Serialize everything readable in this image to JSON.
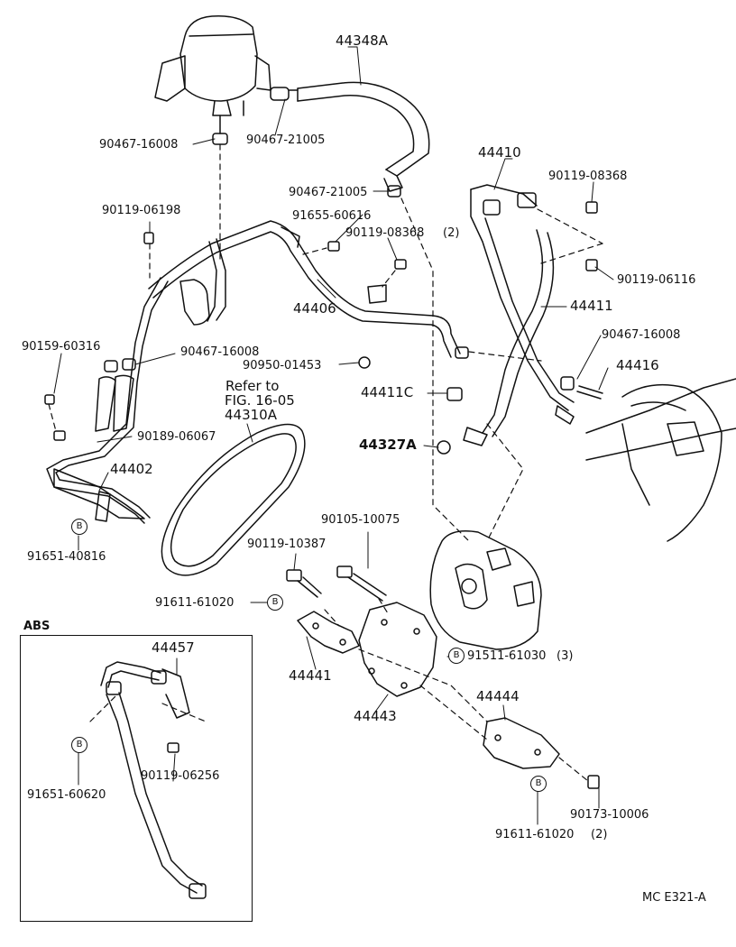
{
  "callout_badge": "B",
  "inset_title": "ABS",
  "figure_code": "MC E321-A",
  "refer_note": [
    "Refer to",
    "FIG. 16-05"
  ],
  "parts": {
    "p44348A": "44348A",
    "p90467_21005_a": "90467-21005",
    "p90467_16008_a": "90467-16008",
    "p90467_21005_b": "90467-21005",
    "p44410": "44410",
    "p90119_08368_a": "90119-08368",
    "p90119_06198": "90119-06198",
    "p91655_60616": "91655-60616",
    "p90119_08368_b": "90119-08368",
    "p90119_08368_b_qty": "(2)",
    "p90119_06116": "90119-06116",
    "p44406": "44406",
    "p44411": "44411",
    "p90467_16008_b": "90467-16008",
    "p90159_60316": "90159-60316",
    "p90467_16008_c": "90467-16008",
    "p90950_01453": "90950-01453",
    "p44416": "44416",
    "p44411C": "44411C",
    "p44310A": "44310A",
    "p90189_06067": "90189-06067",
    "p44327A": "44327A",
    "p44402": "44402",
    "p91651_40816": "91651-40816",
    "p90105_10075": "90105-10075",
    "p90119_10387": "90119-10387",
    "p91611_61020_a": "91611-61020",
    "p44457": "44457",
    "p44441": "44441",
    "p91511_61030": "91511-61030",
    "p91511_61030_qty": "(3)",
    "p44443": "44443",
    "p44444": "44444",
    "p91651_60620": "91651-60620",
    "p90119_06256": "90119-06256",
    "p90173_10006": "90173-10006",
    "p91611_61020_b": "91611-61020",
    "p91611_61020_b_qty": "(2)"
  }
}
